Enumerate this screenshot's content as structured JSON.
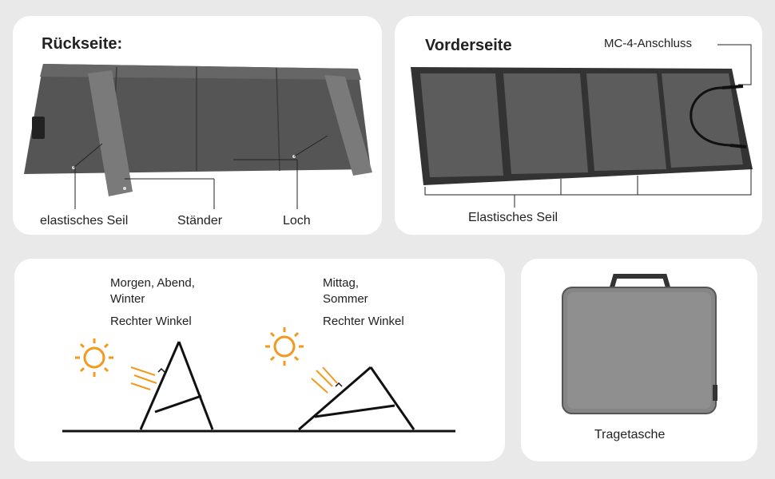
{
  "back": {
    "title": "Rückseite:",
    "labels": {
      "rope": "elastisches Seil",
      "stand": "Ständer",
      "hole": "Loch"
    }
  },
  "front": {
    "title": "Vorderseite",
    "labels": {
      "connector": "MC-4-Anschluss",
      "rope": "Elastisches Seil"
    }
  },
  "angles": {
    "left": {
      "line1": "Morgen, Abend,",
      "line2": "Winter",
      "caption": "Rechter Winkel"
    },
    "right": {
      "line1": "Mittag,",
      "line2": "Sommer",
      "caption": "Rechter Winkel"
    }
  },
  "bag": {
    "label": "Tragetasche"
  },
  "colors": {
    "sun": "#f39a1e",
    "panel": "#4a4a4a",
    "card": "#ffffff",
    "background": "#e9e9e9"
  }
}
